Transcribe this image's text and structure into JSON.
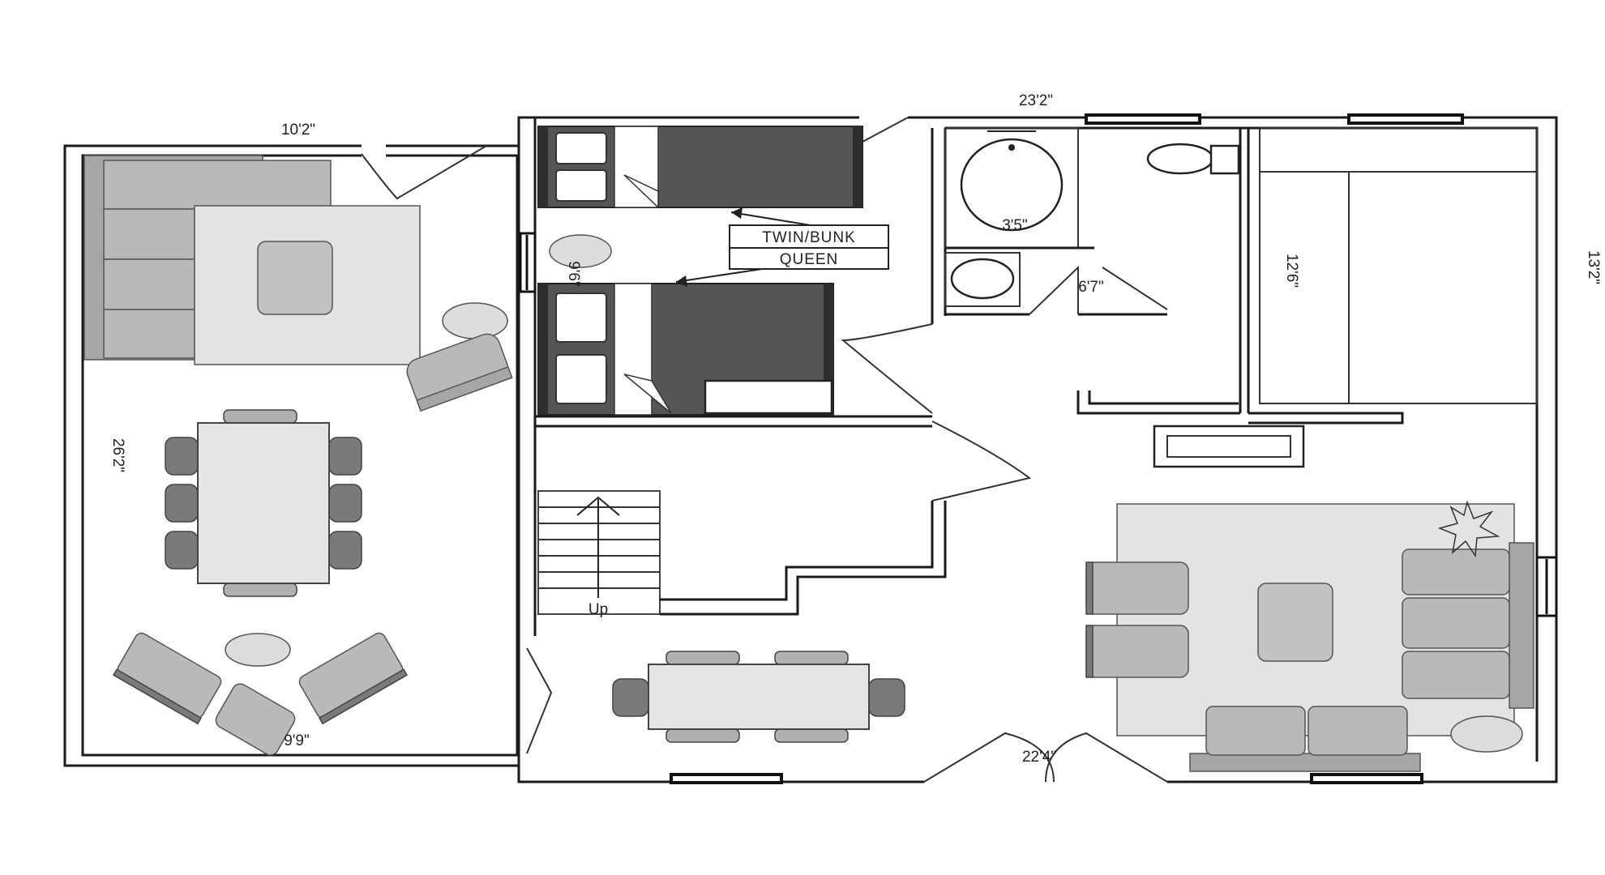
{
  "dimensions": {
    "top_left": "10'2\"",
    "top_right": "23'2\"",
    "right_side": "13'2\"",
    "left_side": "26'2\"",
    "bottom_left": "9'9\"",
    "bottom_right": "22'4\"",
    "bunk_room": "9'6\"",
    "tub": "3'5\"",
    "bath": "6'7\"",
    "closet": "12'6\""
  },
  "labels": {
    "twin_bunk": "TWIN/BUNK",
    "queen": "QUEEN",
    "stairs": "Up"
  }
}
